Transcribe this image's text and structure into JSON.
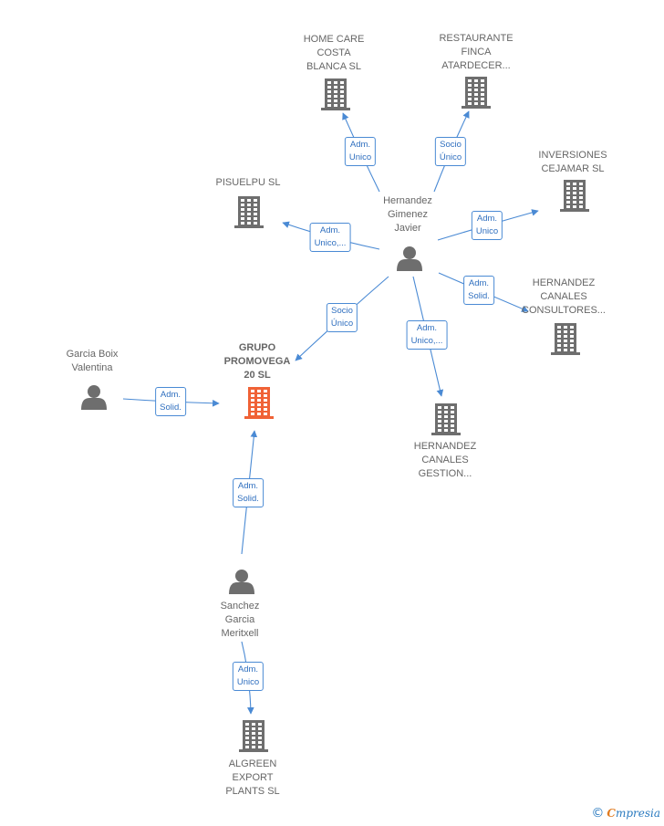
{
  "colors": {
    "edge": "#4a8ad4",
    "company": "#6e6e6e",
    "focus_company": "#f06236",
    "person": "#6e6e6e",
    "label_text": "#666666"
  },
  "nodes": [
    {
      "id": "home-care",
      "type": "company",
      "label": "HOME CARE\nCOSTA\nBLANCA  SL"
    },
    {
      "id": "restaurante",
      "type": "company",
      "label": "RESTAURANTE\nFINCA\nATARDECER..."
    },
    {
      "id": "inversiones",
      "type": "company",
      "label": "INVERSIONES\nCEJAMAR SL"
    },
    {
      "id": "pisuelpu",
      "type": "company",
      "label": "PISUELPU  SL"
    },
    {
      "id": "hernandez-gimenez",
      "type": "person",
      "label": "Hernandez\nGimenez\nJavier"
    },
    {
      "id": "hernandez-canales-consultores",
      "type": "company",
      "label": "HERNANDEZ\nCANALES\nCONSULTORES..."
    },
    {
      "id": "garcia-boix",
      "type": "person",
      "label": "Garcia Boix\nValentina"
    },
    {
      "id": "grupo-promovega",
      "type": "company",
      "focus": true,
      "label": "GRUPO\nPROMOVEGA\n20  SL"
    },
    {
      "id": "hernandez-canales-gestion",
      "type": "company",
      "label": "HERNANDEZ\nCANALES\nGESTION..."
    },
    {
      "id": "sanchez-garcia",
      "type": "person",
      "label": "Sanchez\nGarcia\nMeritxell"
    },
    {
      "id": "algreen",
      "type": "company",
      "label": "ALGREEN\nEXPORT\nPLANTS  SL"
    }
  ],
  "edges": [
    {
      "from": "hernandez-gimenez",
      "to": "home-care",
      "label": "Adm.\nUnico"
    },
    {
      "from": "hernandez-gimenez",
      "to": "restaurante",
      "label": "Socio\nÚnico"
    },
    {
      "from": "hernandez-gimenez",
      "to": "inversiones",
      "label": "Adm.\nUnico"
    },
    {
      "from": "hernandez-gimenez",
      "to": "pisuelpu",
      "label": "Adm.\nUnico,..."
    },
    {
      "from": "hernandez-gimenez",
      "to": "hernandez-canales-consultores",
      "label": "Adm.\nSolid."
    },
    {
      "from": "hernandez-gimenez",
      "to": "grupo-promovega",
      "label": "Socio\nÚnico"
    },
    {
      "from": "hernandez-gimenez",
      "to": "hernandez-canales-gestion",
      "label": "Adm.\nUnico,..."
    },
    {
      "from": "garcia-boix",
      "to": "grupo-promovega",
      "label": "Adm.\nSolid."
    },
    {
      "from": "sanchez-garcia",
      "to": "grupo-promovega",
      "label": "Adm.\nSolid."
    },
    {
      "from": "sanchez-garcia",
      "to": "algreen",
      "label": "Adm.\nUnico"
    }
  ],
  "brand": {
    "copyright": "©",
    "e": "C",
    "name": "mpresia"
  }
}
